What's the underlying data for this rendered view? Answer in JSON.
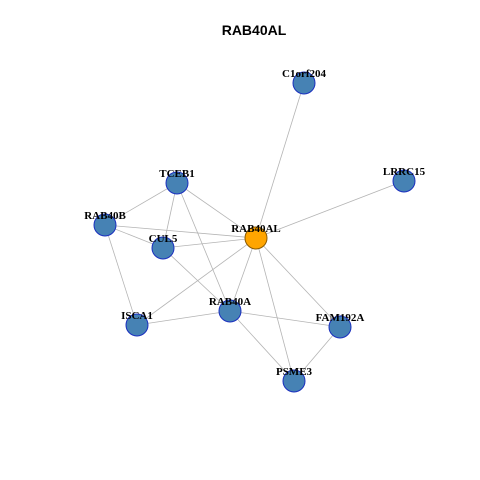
{
  "title": "RAB40AL",
  "colors": {
    "hub_fill": "#FFA500",
    "hub_stroke": "#8B5A00",
    "node_fill": "#4682B4",
    "node_stroke": "#1a2fbf",
    "edge": "#b4b4b4"
  },
  "nodes": [
    {
      "id": "RAB40AL",
      "label": "RAB40AL",
      "hub": true
    },
    {
      "id": "C1orf204",
      "label": "C1orf204"
    },
    {
      "id": "LRRC15",
      "label": "LRRC15"
    },
    {
      "id": "TCEB1",
      "label": "TCEB1"
    },
    {
      "id": "RAB40B",
      "label": "RAB40B"
    },
    {
      "id": "CUL5",
      "label": "CUL5"
    },
    {
      "id": "RAB40A",
      "label": "RAB40A"
    },
    {
      "id": "ISCA1",
      "label": "ISCA1"
    },
    {
      "id": "FAM192A",
      "label": "FAM192A"
    },
    {
      "id": "PSME3",
      "label": "PSME3"
    }
  ],
  "edges": [
    [
      "RAB40AL",
      "C1orf204"
    ],
    [
      "RAB40AL",
      "LRRC15"
    ],
    [
      "RAB40AL",
      "TCEB1"
    ],
    [
      "RAB40AL",
      "RAB40B"
    ],
    [
      "RAB40AL",
      "CUL5"
    ],
    [
      "RAB40AL",
      "RAB40A"
    ],
    [
      "RAB40AL",
      "ISCA1"
    ],
    [
      "RAB40AL",
      "FAM192A"
    ],
    [
      "RAB40AL",
      "PSME3"
    ],
    [
      "TCEB1",
      "RAB40B"
    ],
    [
      "TCEB1",
      "CUL5"
    ],
    [
      "TCEB1",
      "RAB40A"
    ],
    [
      "RAB40B",
      "CUL5"
    ],
    [
      "RAB40B",
      "ISCA1"
    ],
    [
      "CUL5",
      "RAB40A"
    ],
    [
      "ISCA1",
      "RAB40A"
    ],
    [
      "RAB40A",
      "FAM192A"
    ],
    [
      "RAB40A",
      "PSME3"
    ],
    [
      "FAM192A",
      "PSME3"
    ]
  ]
}
